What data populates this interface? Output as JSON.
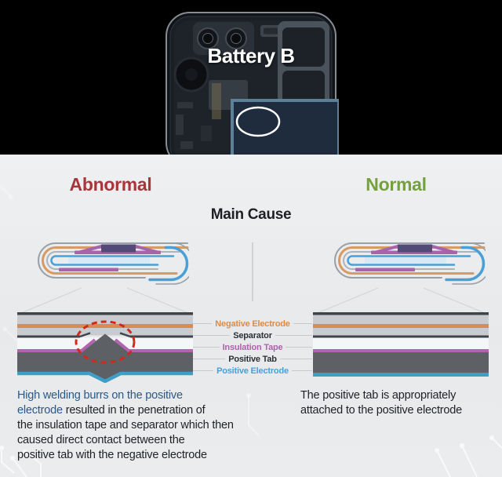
{
  "scene": {
    "battery_label": "Battery B"
  },
  "titles": {
    "abnormal": "Abnormal",
    "abnormal_color": "#a93439",
    "normal": "Normal",
    "normal_color": "#74a13e",
    "main_cause": "Main Cause"
  },
  "layers": {
    "negative_electrode": {
      "label": "Negative Electrode",
      "color": "#dd8b45"
    },
    "separator": {
      "label": "Separator",
      "color": "#2c3037"
    },
    "insulation_tape": {
      "label": "Insulation Tape",
      "color": "#ad62aa"
    },
    "positive_tab": {
      "label": "Positive Tab",
      "color": "#2c3037"
    },
    "positive_electrode": {
      "label": "Positive Electrode",
      "color": "#49a0d6"
    }
  },
  "diagram": {
    "negative_electrode_fill": "#dd8a4e",
    "separator_line_fill": "#3f444b",
    "separator_band_fill": "#c9cbce",
    "insulation_tape_fill": "#b263ae",
    "positive_tab_fill": "#5d6065",
    "positive_electrode_fill": "#3f9ec6",
    "white_gap_fill": "#f5f6f8",
    "burr_outline_color": "#d2291e",
    "jellyroll_orange": "#d79a63",
    "jellyroll_blue": "#4aa0d6",
    "jellyroll_gray": "#9aa0a7",
    "jellyroll_inner_gray": "#aeb3b9",
    "jellyroll_tape": "#a763ab",
    "jellyroll_tab": "#534a77",
    "battery_outline": "#5c7f9a"
  },
  "captions": {
    "highlight_color": "#2a5887",
    "abnormal_lines": [
      {
        "blue": "High welding burrs on the positive",
        "black": ""
      },
      {
        "blue": "electrode",
        "black": " resulted in the penetration of"
      },
      {
        "blue": "",
        "black": "the insulation tape and separator which then"
      },
      {
        "blue": "",
        "black": "caused direct contact between the"
      },
      {
        "blue": "",
        "black": "positive tab with the negative electrode"
      }
    ],
    "normal_lines": [
      "The positive tab is appropriately",
      "attached to the positive electrode"
    ]
  }
}
